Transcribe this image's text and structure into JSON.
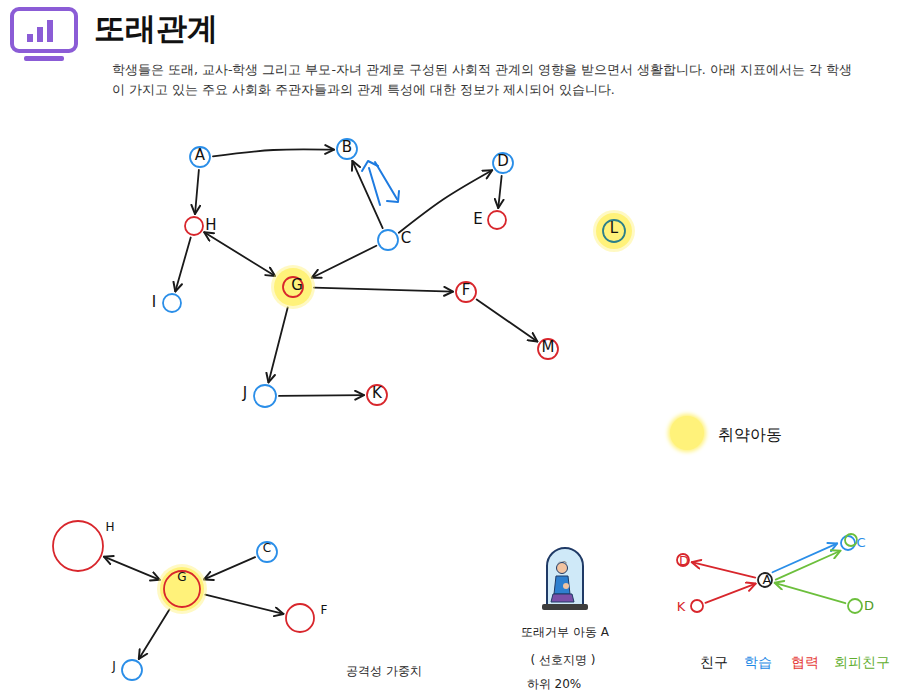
{
  "diagram": {
    "title": "또래관계",
    "nodes": [
      {
        "text": [
          "A"
        ]
      },
      {
        "text": [
          "B"
        ]
      },
      {
        "text": [
          "D"
        ]
      },
      {
        "text": [
          "E"
        ]
      },
      {
        "text": [
          "C"
        ]
      },
      {
        "text": [
          "L"
        ]
      },
      {
        "text": [
          "H"
        ]
      },
      {
        "text": [
          "G"
        ]
      },
      {
        "text": [
          "F"
        ]
      },
      {
        "text": [
          "I"
        ]
      },
      {
        "text": [
          "M"
        ]
      },
      {
        "text": [
          "J"
        ]
      },
      {
        "text": [
          "K"
        ]
      },
      {
        "text": [
          "H"
        ]
      },
      {
        "text": [
          "C"
        ]
      },
      {
        "text": [
          "G"
        ]
      },
      {
        "text": [
          "F"
        ]
      },
      {
        "text": [
          "J"
        ]
      },
      {
        "text": [
          "D"
        ]
      },
      {
        "text": [
          "C"
        ]
      },
      {
        "text": [
          "A"
        ]
      },
      {
        "text": [
          "K"
        ]
      },
      {
        "text": [
          "D"
        ]
      }
    ],
    "edges": [
      {
        "from": 0,
        "to": 1,
        "arrow": "to"
      },
      {
        "from": 0,
        "to": 6,
        "arrow": "to"
      },
      {
        "from": 4,
        "to": 1,
        "arrow": "to"
      },
      {
        "from": 4,
        "to": 2,
        "arrow": "to"
      },
      {
        "from": 2,
        "to": 3,
        "arrow": "to"
      },
      {
        "from": 4,
        "to": 7,
        "arrow": "to"
      },
      {
        "from": 6,
        "to": 7,
        "arrow": "both"
      },
      {
        "from": 6,
        "to": 9,
        "arrow": "to"
      },
      {
        "from": 7,
        "to": 8,
        "arrow": "to"
      },
      {
        "from": 7,
        "to": 11,
        "arrow": "to"
      },
      {
        "from": 8,
        "to": 10,
        "arrow": "to"
      },
      {
        "from": 11,
        "to": 12,
        "arrow": "to"
      },
      {
        "from": 13,
        "to": 15,
        "arrow": "both"
      },
      {
        "from": 14,
        "to": 15,
        "arrow": "to"
      },
      {
        "from": 15,
        "to": 16,
        "arrow": "to"
      },
      {
        "from": 15,
        "to": 17,
        "arrow": "to"
      },
      {
        "from": 20,
        "to": 18,
        "arrow": "to"
      },
      {
        "from": 21,
        "to": 20,
        "arrow": "to"
      },
      {
        "from": 20,
        "to": 19,
        "arrow": "to"
      },
      {
        "from": 20,
        "to": 19,
        "arrow": "to"
      },
      {
        "from": 22,
        "to": 20,
        "arrow": "to"
      }
    ],
    "labels": [
      "학생들은 또래, 교사-학생 그리고 부모-자녀 관계로 구성된 사회적 관계의 영향을 받으면서 생활합니다. 아래 지표에서는 각 학생이 가지고 있는 주요 사회화 주관자들과의 관계 특성에 대한 정보가 제시되어 있습니다.",
      "공격성 가중치",
      "또래거부 아동 A",
      "( 선호지명 )",
      "하위 20%"
    ],
    "legend": [
      {
        "text": "취약아동",
        "color": "#fff27a"
      },
      {
        "text": "친구",
        "color": "#111111"
      },
      {
        "text": "학습",
        "color": "#1e88e5"
      },
      {
        "text": "협력",
        "color": "#e53935"
      },
      {
        "text": "회피친구",
        "color": "#5fae2e"
      }
    ]
  }
}
